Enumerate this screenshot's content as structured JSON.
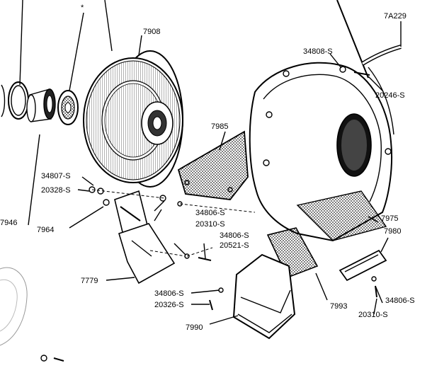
{
  "labels": {
    "asterisk": "*",
    "p7908": "7908",
    "p7A229": "7A229",
    "p34808S": "34808-S",
    "p20246S": "20246-S",
    "p7985": "7985",
    "p34807S": "34807-S",
    "p20328S": "20328-S",
    "p7946": "7946",
    "p7964": "7964",
    "p34806S_a": "34806-S",
    "p20310S_a": "20310-S",
    "p34806S_b": "34806-S",
    "p20521S": "20521-S",
    "p7975": "7975",
    "p7980": "7980",
    "p7779": "7779",
    "p34806S_c": "34806-S",
    "p20326S": "20326-S",
    "p7993": "7993",
    "p34806S_d": "34806-S",
    "p20310S_b": "20310-S",
    "p7990": "7990"
  }
}
